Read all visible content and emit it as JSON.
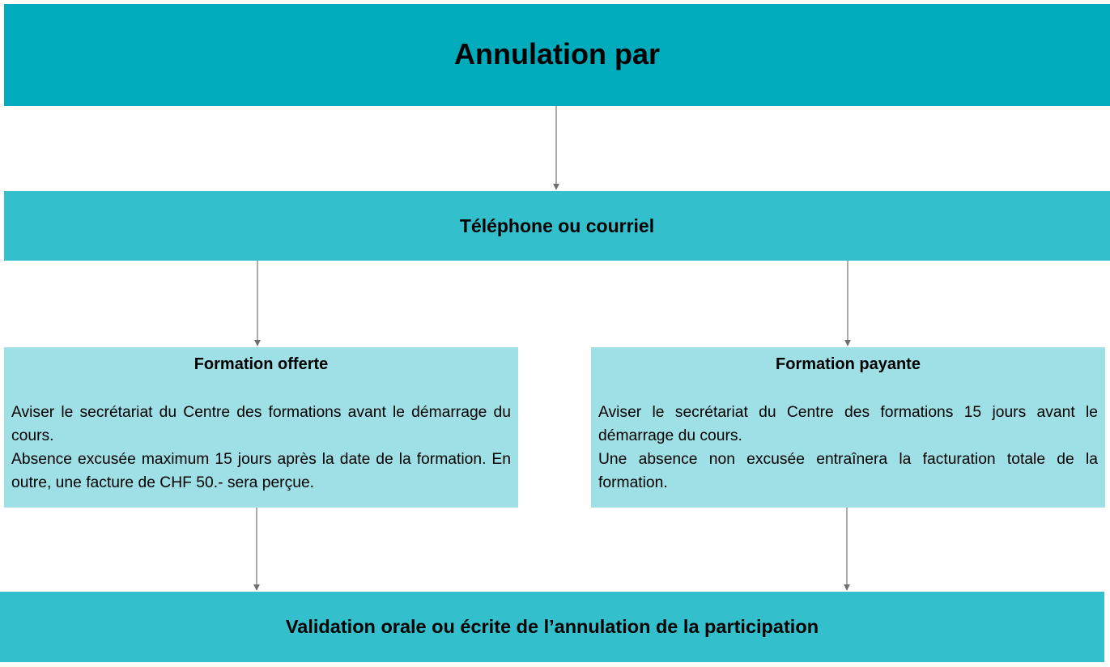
{
  "flowchart": {
    "header": {
      "label": "Annulation par"
    },
    "channel": {
      "label": "Téléphone ou courriel"
    },
    "options": [
      {
        "title": "Formation offerte",
        "paragraphs": [
          "Aviser le secrétariat du Centre des formations avant le démarrage du cours.",
          "Absence excusée maximum 15 jours après la date de la formation. En outre, une facture de CHF 50.- sera perçue."
        ]
      },
      {
        "title": "Formation payante",
        "paragraphs": [
          "Aviser le secrétariat du Centre des formations 15 jours avant le démarrage du cours.",
          "Une absence non excusée entraînera la facturation totale de la formation."
        ]
      }
    ],
    "validation": {
      "label": "Validation orale ou écrite de l’annulation de la participation"
    }
  },
  "colors": {
    "header_fill": "#00acbb",
    "channel_fill": "#33bfcc",
    "option_fill": "#9ee0e6",
    "validation_fill": "#33bfcc",
    "connector": "#7f7f7f"
  }
}
